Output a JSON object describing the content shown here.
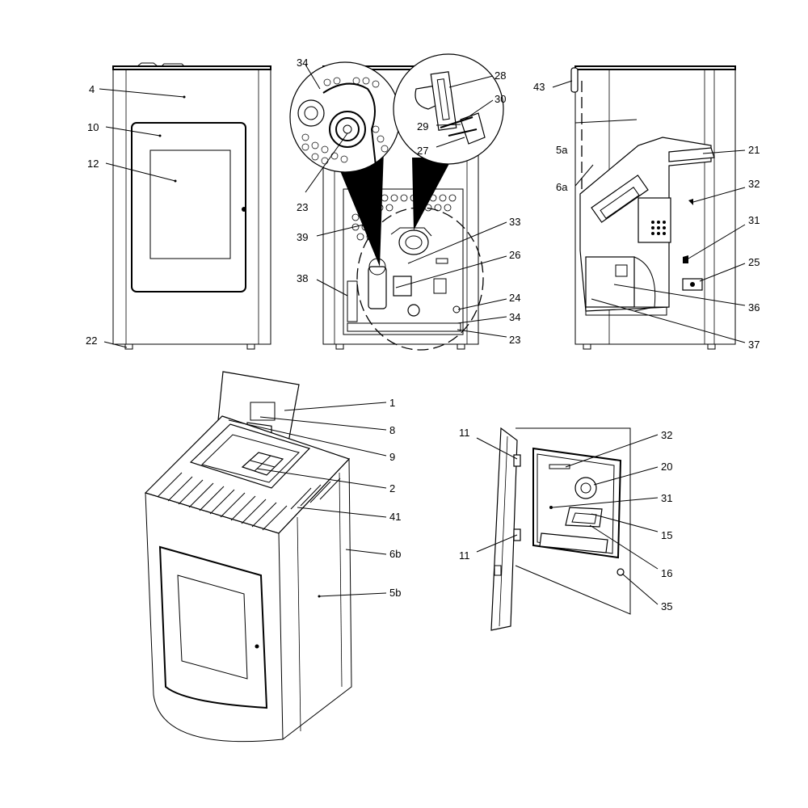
{
  "views": {
    "front": {
      "labels": {
        "l4": "4",
        "l10": "10",
        "l12": "12",
        "l22": "22"
      }
    },
    "rear": {
      "labels": {
        "l34a": "34",
        "l23a": "23",
        "l28": "28",
        "l30": "30",
        "l29": "29",
        "l27": "27",
        "l39": "39",
        "l33": "33",
        "l26": "26",
        "l38": "38",
        "l24": "24",
        "l34b": "34",
        "l23b": "23"
      }
    },
    "side": {
      "labels": {
        "l43": "43",
        "l5a": "5a",
        "l6a": "6a",
        "l21": "21",
        "l32": "32",
        "l31": "31",
        "l25": "25",
        "l36": "36",
        "l37": "37"
      }
    },
    "iso": {
      "labels": {
        "l1": "1",
        "l8": "8",
        "l9": "9",
        "l2": "2",
        "l41": "41",
        "l6b": "6b",
        "l5b": "5b"
      }
    },
    "door": {
      "labels": {
        "l11a": "11",
        "l11b": "11",
        "l32": "32",
        "l20": "20",
        "l31": "31",
        "l15": "15",
        "l16": "16",
        "l35": "35"
      }
    }
  }
}
